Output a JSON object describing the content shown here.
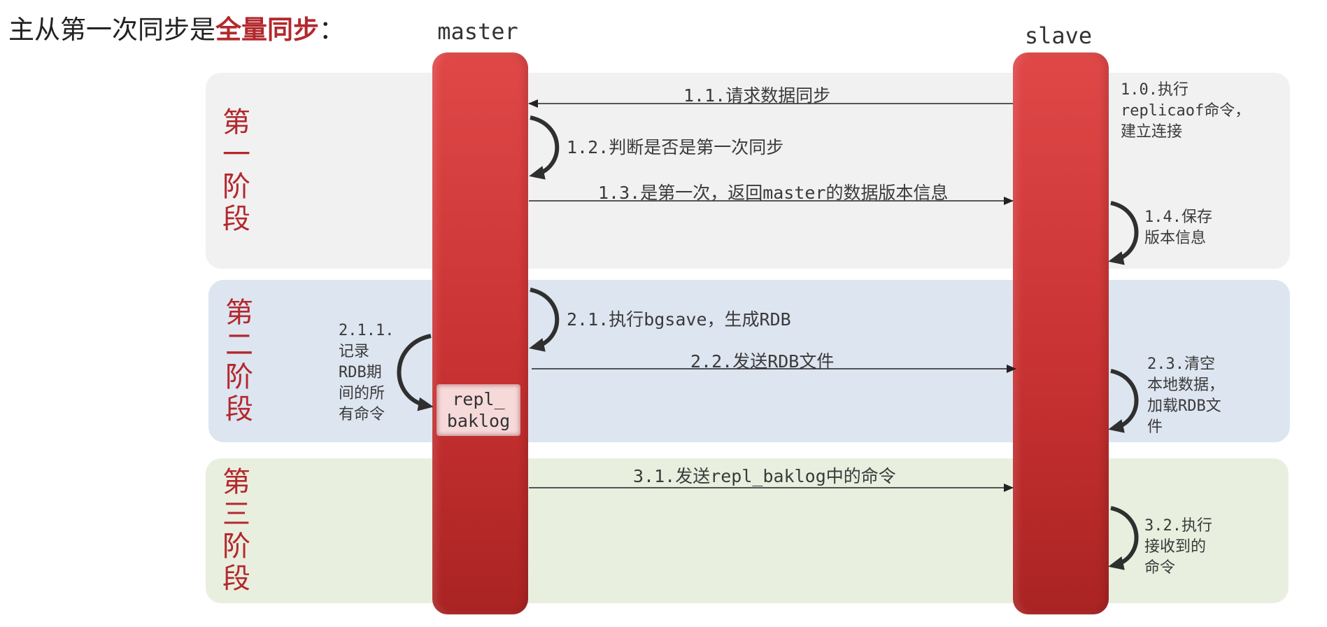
{
  "title": {
    "prefix": "主从第一次同步是",
    "highlight": "全量同步",
    "suffix": "："
  },
  "colors": {
    "accent": "#b3282d",
    "lifeline": "#d53a3a"
  },
  "lifelines": {
    "master": "master",
    "slave": "slave"
  },
  "phases": [
    {
      "chars": [
        "第",
        "一",
        "阶",
        "段"
      ]
    },
    {
      "chars": [
        "第",
        "二",
        "阶",
        "段"
      ]
    },
    {
      "chars": [
        "第",
        "三",
        "阶",
        "段"
      ]
    }
  ],
  "messages": {
    "m1_1": "1.1.请求数据同步",
    "m1_2": "1.2.判断是否是第一次同步",
    "m1_3": "1.3.是第一次，返回master的数据版本信息",
    "m2_1": "2.1.执行bgsave，生成RDB",
    "m2_2": "2.2.发送RDB文件",
    "m3_1": "3.1.发送repl_baklog中的命令"
  },
  "notes": {
    "n1_0": [
      "1.0.执行",
      "replicaof命令，",
      "建立连接"
    ],
    "n1_4": [
      "1.4.保存",
      "版本信息"
    ],
    "n2_1_1": [
      "2.1.1.",
      "记录",
      "RDB期",
      "间的所",
      "有命令"
    ],
    "n2_3": [
      "2.3.清空",
      "本地数据，",
      "加载RDB文",
      "件"
    ],
    "n3_2": [
      "3.2.执行",
      "接收到的",
      "命令"
    ]
  },
  "buffer": [
    "repl_",
    "baklog"
  ]
}
